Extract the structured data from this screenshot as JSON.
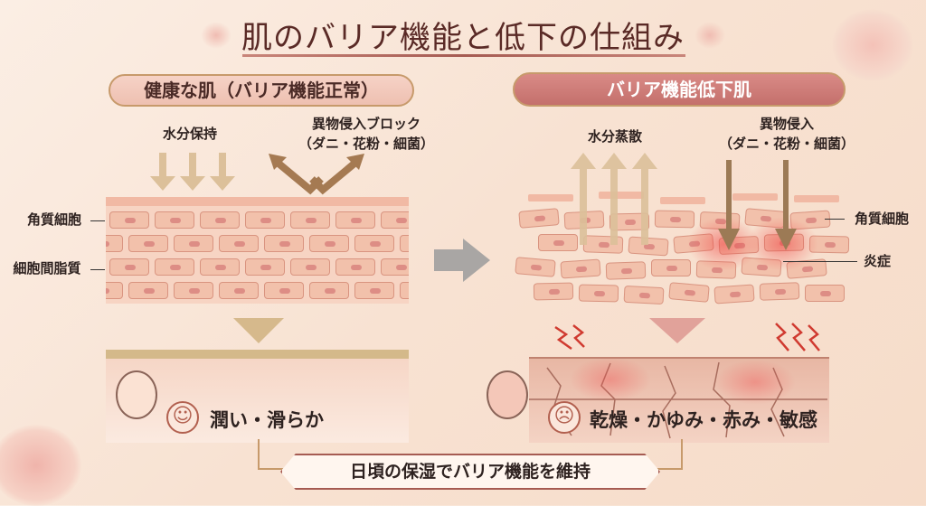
{
  "title": "肌のバリア機能と低下の仕組み",
  "healthy": {
    "heading": "健康な肌（バリア機能正常）",
    "moisture_label": "水分保持",
    "block_label": "異物侵入ブロック",
    "block_sub": "（ダニ・花粉・細菌）",
    "corneocyte_label": "角質細胞",
    "lipid_label": "細胞間脂質",
    "result": "潤い・滑らか"
  },
  "damaged": {
    "heading": "バリア機能低下肌",
    "evap_label": "水分蒸散",
    "invade_label": "異物侵入",
    "invade_sub": "（ダニ・花粉・細菌）",
    "corneocyte_label": "角質細胞",
    "inflammation_label": "炎症",
    "result": "乾燥・かゆみ・赤み・敏感"
  },
  "footer": {
    "message": "日頃の保湿でバリア機能を維持"
  },
  "colors": {
    "accent": "#c4706c",
    "title": "#5a2a26",
    "cell": "#f2c1ab"
  }
}
